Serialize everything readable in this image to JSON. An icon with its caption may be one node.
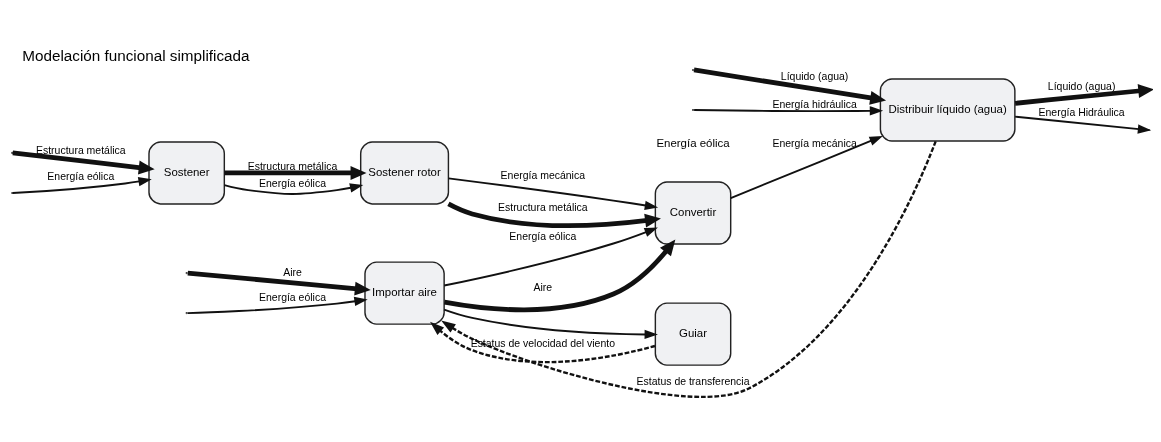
{
  "diagram": {
    "title": "Modelación funcional simplificada",
    "nodes": [
      {
        "text": [
          "Importar aire"
        ]
      },
      {
        "text": [
          "Convertir"
        ]
      },
      {
        "text": [
          "Distribuir líquido (agua)"
        ]
      },
      {
        "text": [
          "Guiar"
        ]
      },
      {
        "text": [
          "Sostener"
        ]
      },
      {
        "text": [
          "Sostener rotor"
        ]
      }
    ],
    "edges": [
      {
        "from": null,
        "to": 0,
        "arrow": "to",
        "label": "Aire",
        "style": "thick"
      },
      {
        "from": null,
        "to": 0,
        "arrow": "to",
        "label": "Energía eólica"
      },
      {
        "from": 0,
        "to": 1,
        "arrow": "to",
        "label": "Aire",
        "style": "thick"
      },
      {
        "from": 0,
        "to": 1,
        "arrow": "to",
        "label": "Energía eólica"
      },
      {
        "from": 0,
        "to": 3,
        "arrow": "to"
      },
      {
        "from": 3,
        "to": 0,
        "arrow": "to",
        "label": "Estatus de velocidad del viento",
        "style": "dashed"
      },
      {
        "from": 2,
        "to": 0,
        "arrow": "to",
        "label": "Estatus de transferencia",
        "style": "dashed"
      },
      {
        "from": 1,
        "to": 2,
        "arrow": "to",
        "label": "Energía mecánica"
      },
      {
        "from": null,
        "to": 2,
        "arrow": "to",
        "label": "Líquido (agua)",
        "style": "thick"
      },
      {
        "from": null,
        "to": 2,
        "arrow": "to",
        "label": "Energía hidráulica"
      },
      {
        "from": 2,
        "to": null,
        "arrow": "to",
        "label": "Líquido (agua)",
        "style": "thick"
      },
      {
        "from": 2,
        "to": null,
        "arrow": "to",
        "label": "Energía Hidráulica"
      },
      {
        "from": null,
        "to": 4,
        "arrow": "to",
        "label": "Estructura metálica",
        "style": "thick"
      },
      {
        "from": null,
        "to": 4,
        "arrow": "to",
        "label": "Energía eólica"
      },
      {
        "from": 4,
        "to": 5,
        "arrow": "to",
        "label": "Estructura metálica",
        "style": "thick"
      },
      {
        "from": 4,
        "to": 5,
        "arrow": "to",
        "label": "Energía eólica"
      },
      {
        "from": 5,
        "to": 1,
        "arrow": "to",
        "label": "Estructura metálica",
        "style": "thick"
      },
      {
        "from": 5,
        "to": 1,
        "arrow": "to",
        "label": "Energía mecánica"
      }
    ],
    "labels": [
      "Energía eólica"
    ]
  }
}
